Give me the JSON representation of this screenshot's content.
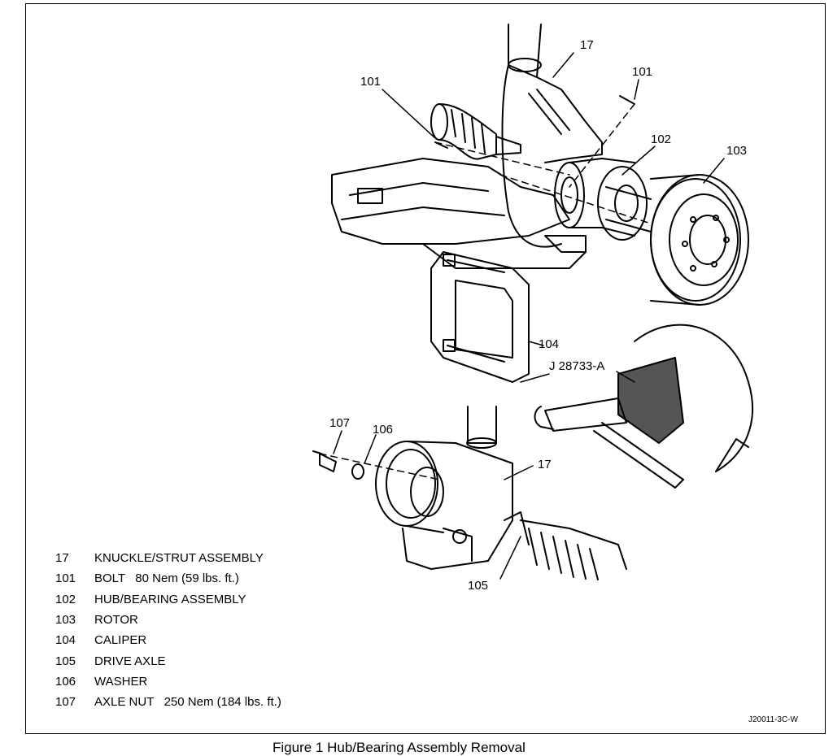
{
  "callouts": {
    "c17_top": "17",
    "c101_left": "101",
    "c101_right": "101",
    "c102": "102",
    "c103": "103",
    "c104": "104",
    "c_tool": "J 28733-A",
    "c107": "107",
    "c106": "106",
    "c17_bottom": "17",
    "c105": "105"
  },
  "legend": [
    {
      "number": "17",
      "label": "KNUCKLE/STRUT ASSEMBLY"
    },
    {
      "number": "101",
      "label": "BOLT   80 Nem (59 lbs. ft.)"
    },
    {
      "number": "102",
      "label": "HUB/BEARING ASSEMBLY"
    },
    {
      "number": "103",
      "label": "ROTOR"
    },
    {
      "number": "104",
      "label": "CALIPER"
    },
    {
      "number": "105",
      "label": "DRIVE AXLE"
    },
    {
      "number": "106",
      "label": "WASHER"
    },
    {
      "number": "107",
      "label": "AXLE NUT   250 Nem (184 lbs. ft.)"
    }
  ],
  "figure_code": "J20011-3C-W",
  "caption": "Figure 1 Hub/Bearing Assembly Removal"
}
